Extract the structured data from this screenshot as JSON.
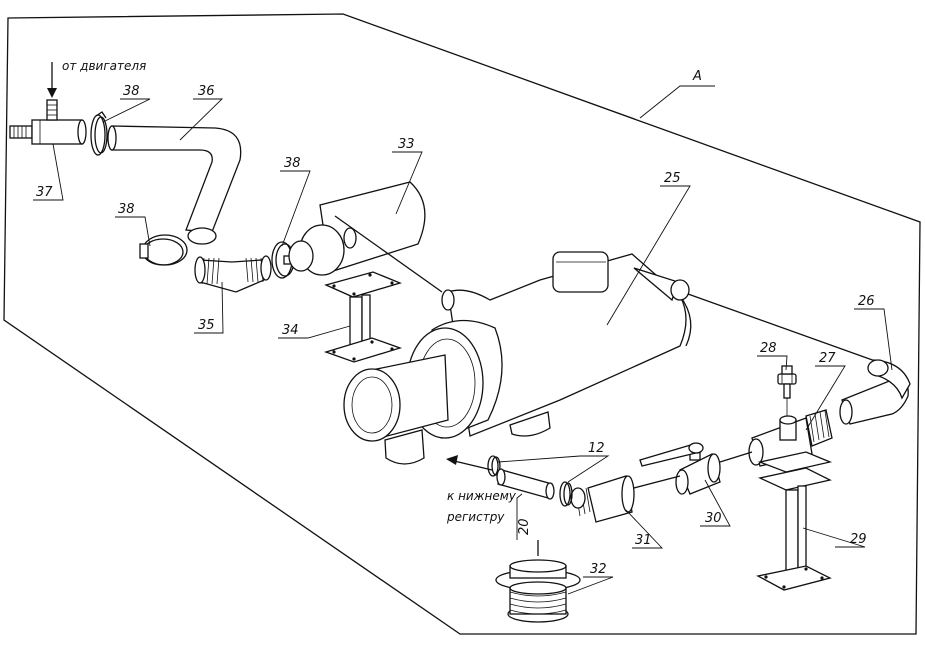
{
  "labels": {
    "view": "A",
    "from_engine": "от двигателя",
    "to_lower_line1": "к нижнему",
    "to_lower_line2": "регистру"
  },
  "callouts": {
    "n12": "12",
    "n20": "20",
    "n25": "25",
    "n26": "26",
    "n27": "27",
    "n28": "28",
    "n29": "29",
    "n30": "30",
    "n31": "31",
    "n32": "32",
    "n33": "33",
    "n34": "34",
    "n35": "35",
    "n36": "36",
    "n37": "37",
    "n38a": "38",
    "n38b": "38",
    "n38c": "38"
  },
  "colors": {
    "line": "#111111",
    "background": "#ffffff"
  }
}
